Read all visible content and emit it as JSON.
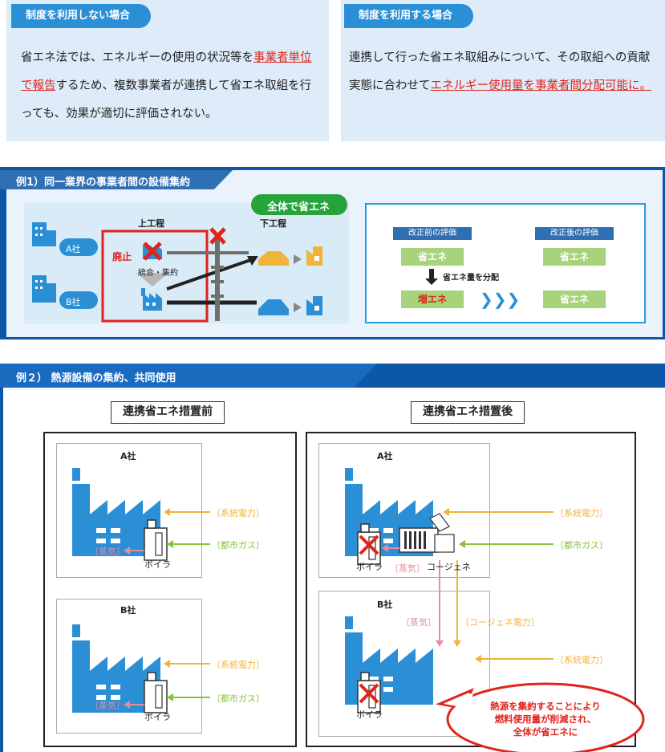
{
  "cards": {
    "left": {
      "pill": "制度を利用しない場合",
      "text_a": "省エネ法では、エネルギーの使用の状況等を",
      "text_red": "事業者単位で報告",
      "text_b": "するため、複数事業者が連携して省エネ取組を行っても、効果が適切に評価されない。"
    },
    "right": {
      "pill": "制度を利用する場合",
      "text_a": "連携して行った省エネ取組みについて、その取組への貢献実態に合わせて",
      "text_red": "エネルギー使用量を事業者間分配可能に。"
    }
  },
  "example1": {
    "title": "例1）同一業界の事業者間の設備集約",
    "banner": "全体で省エネ",
    "upstream": "上工程",
    "downstream": "下工程",
    "abolish": "廃止",
    "merge": "統合・集約",
    "company_a": "A社",
    "company_b": "B社",
    "eval_before": "改正前の評価",
    "eval_after": "改正後の評価",
    "saving": "省エネ",
    "increase": "増エネ",
    "distribute": "省エネ量を分配"
  },
  "example2": {
    "title": "例２） 熱源設備の集約、共同使用",
    "before_title": "連携省エネ措置前",
    "after_title": "連携省エネ措置後",
    "company_a": "A社",
    "company_b": "B社",
    "grid_power": "〔系統電力〕",
    "city_gas": "〔都市ガス〕",
    "steam": "〔蒸気〕",
    "boiler": "ボイラ",
    "cogen": "コージェネ",
    "cogen_power": "〔コージェネ電力〕",
    "callout_1": "熱源を集約することにより",
    "callout_2": "燃料使用量が削減され、",
    "callout_3": "全体が省エネに"
  },
  "colors": {
    "blue": "#2b8fd6",
    "navy": "#0c57a8",
    "red": "#e0231b",
    "green": "#a7d37a",
    "orange": "#f0b43b"
  }
}
